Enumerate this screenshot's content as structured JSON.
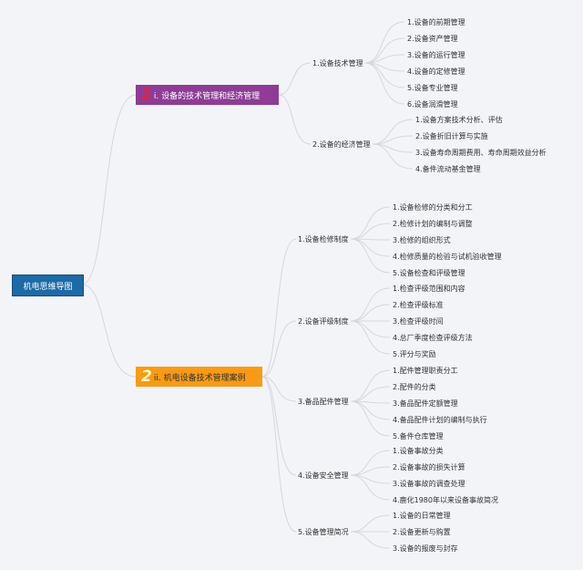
{
  "root": "机电思维导图",
  "branches": [
    {
      "num": "1",
      "label": "i. 设备的技术管理和经济管理",
      "color": "#8e3c96",
      "children": [
        {
          "label": "1.设备技术管理",
          "items": [
            "1.设备的前期管理",
            "2.设备资产管理",
            "3.设备的运行管理",
            "4.设备的定修管理",
            "5.设备专业管理",
            "6.设备润滑管理"
          ]
        },
        {
          "label": "2.设备的经济管理",
          "items": [
            "1.设备方案技术分析、评估",
            "2.设备折旧计算与实施",
            "3.设备寿命周期费用、寿命周期效益分析",
            "4.备件流动基金管理"
          ]
        }
      ]
    },
    {
      "num": "2",
      "label": "ii. 机电设备技术管理案例",
      "color": "#f89a16",
      "children": [
        {
          "label": "1.设备检修制度",
          "items": [
            "1.设备检修的分类和分工",
            "2.检修计划的编制与调整",
            "3.检修的组织形式",
            "4.检修质量的检验与试机验收管理",
            "5.设备检查和评级管理"
          ]
        },
        {
          "label": "2.设备评级制度",
          "items": [
            "1.检查评级范围和内容",
            "2.检查评级标准",
            "3.检查评级时间",
            "4.总厂季度检查评级方法",
            "5.评分与奖励"
          ]
        },
        {
          "label": "3.备品配件管理",
          "items": [
            "1.配件管理职责分工",
            "2.配件的分类",
            "3.备品配件定额管理",
            "4.备品配件计划的编制与执行",
            "5.备件仓库管理"
          ]
        },
        {
          "label": "4.设备安全管理",
          "items": [
            "1.设备事故分类",
            "2.设备事故的损失计算",
            "3.设备事故的调查处理",
            "4.鹿化1980年以来设备事故简况"
          ]
        },
        {
          "label": "5.设备管理简况",
          "items": [
            "1.设备的日常管理",
            "2.设备更新与购置",
            "3.设备的报废与封存"
          ]
        }
      ]
    }
  ]
}
